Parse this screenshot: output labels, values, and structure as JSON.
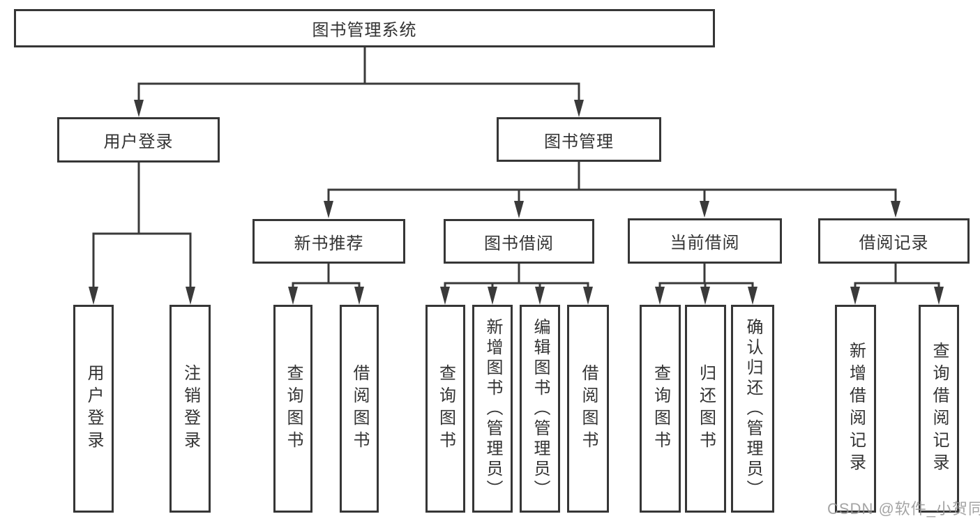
{
  "diagram": {
    "nodes": {
      "root": {
        "label": "图书管理系统"
      },
      "level2": [
        {
          "label": "用户登录"
        },
        {
          "label": "图书管理"
        }
      ],
      "level3": [
        {
          "label": "新书推荐",
          "parent": "图书管理"
        },
        {
          "label": "图书借阅",
          "parent": "图书管理"
        },
        {
          "label": "当前借阅",
          "parent": "图书管理"
        },
        {
          "label": "借阅记录",
          "parent": "图书管理"
        }
      ],
      "leaves": [
        {
          "label": "用户登录",
          "parent": "用户登录"
        },
        {
          "label": "注销登录",
          "parent": "用户登录"
        },
        {
          "label": "查询图书",
          "parent": "新书推荐"
        },
        {
          "label": "借阅图书",
          "parent": "新书推荐"
        },
        {
          "label": "查询图书",
          "parent": "图书借阅"
        },
        {
          "label": "新增图书（管理员）",
          "parent": "图书借阅"
        },
        {
          "label": "编辑图书（管理员）",
          "parent": "图书借阅"
        },
        {
          "label": "借阅图书",
          "parent": "图书借阅"
        },
        {
          "label": "查询图书",
          "parent": "当前借阅"
        },
        {
          "label": "归还图书",
          "parent": "当前借阅"
        },
        {
          "label": "确认归还（管理员）",
          "parent": "当前借阅"
        },
        {
          "label": "新增借阅记录",
          "parent": "借阅记录"
        },
        {
          "label": "查询借阅记录",
          "parent": "借阅记录"
        }
      ]
    },
    "colors": {
      "line": "#3a3a3a",
      "border": "#363636",
      "text": "#333333",
      "watermark": "#949494"
    }
  },
  "watermark": "CSDN @软件_小贺同学"
}
